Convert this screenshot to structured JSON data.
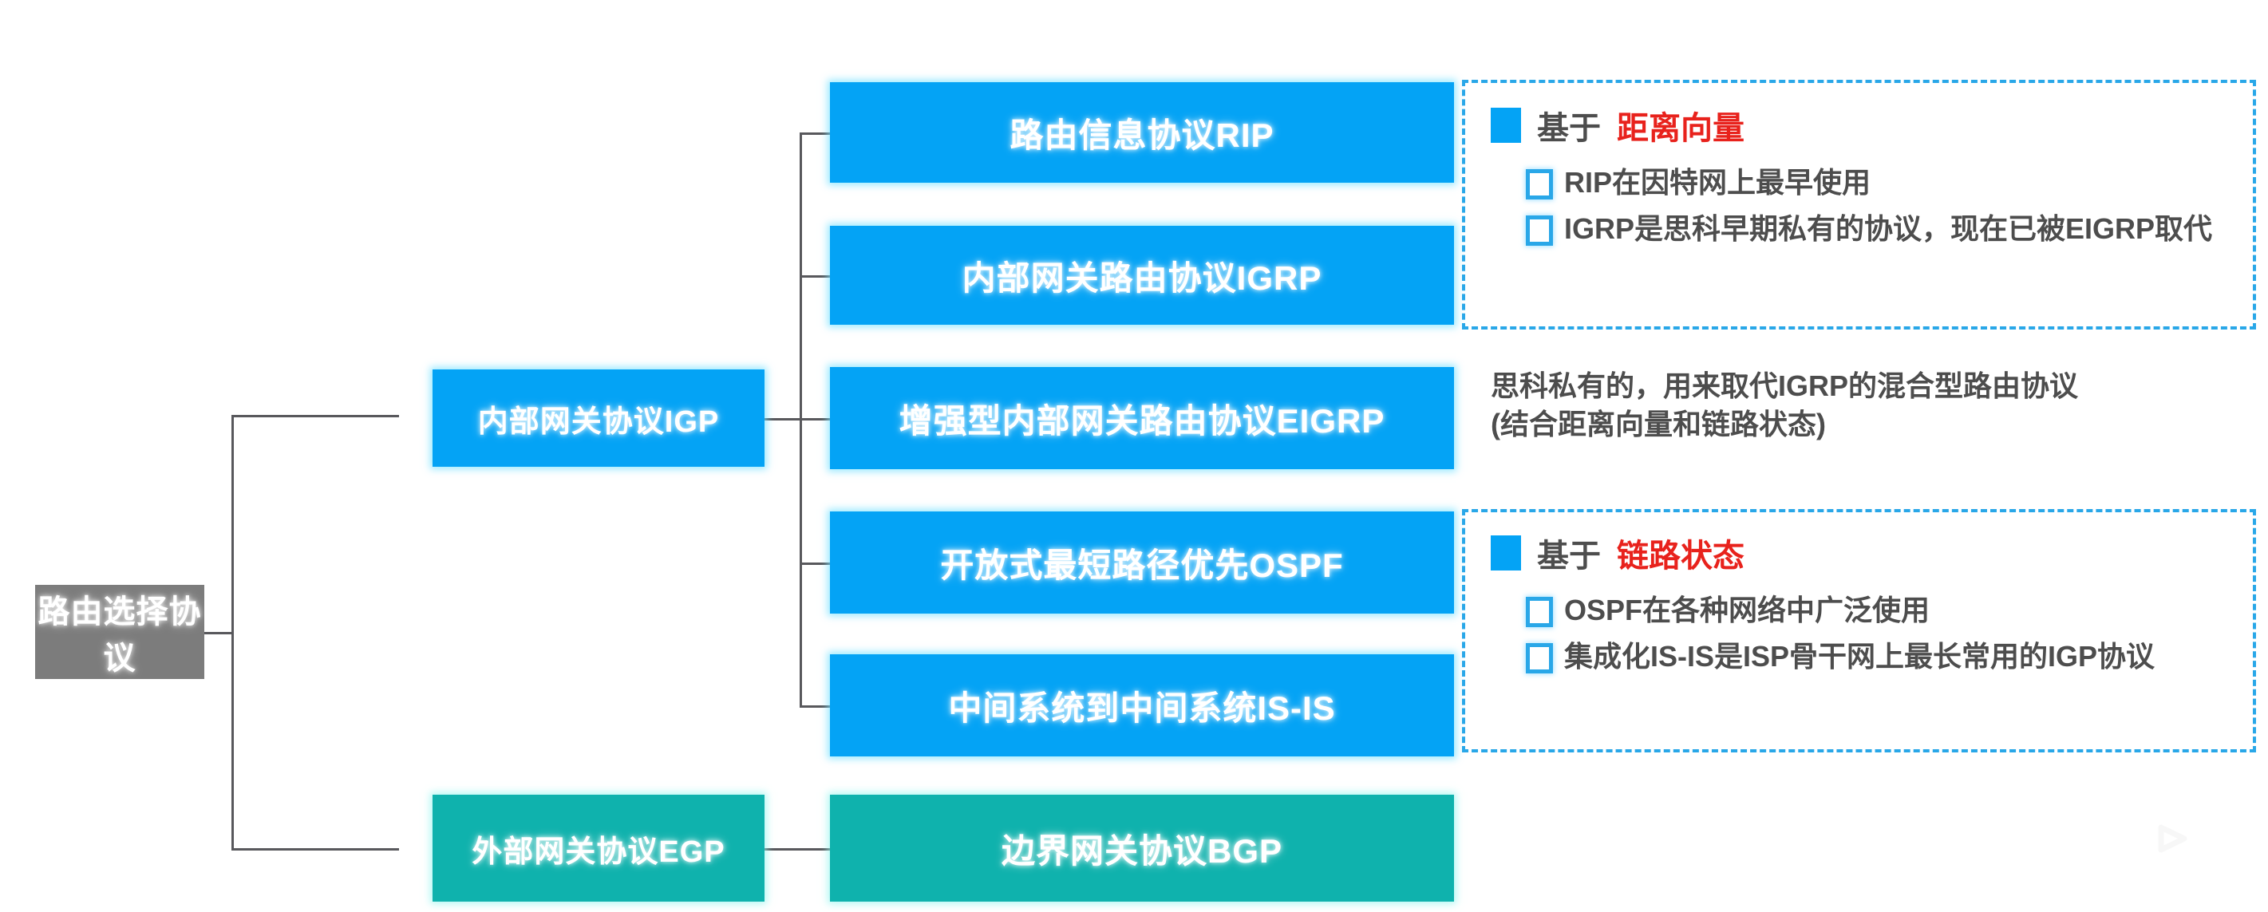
{
  "diagram": {
    "title": "路由选择协议",
    "colors": {
      "root": "#7c7c7c",
      "blue": "#04a3f5",
      "teal": "#0fb2ad",
      "dashed_border": "#29a7e8",
      "highlight_red": "#e8221c",
      "text_gray": "#4d4d4d",
      "connector": "#58585c"
    },
    "root_node": {
      "label": "路由选择协议"
    },
    "level2": [
      {
        "id": "igp",
        "label": "内部网关协议IGP"
      },
      {
        "id": "egp",
        "label": "外部网关协议EGP"
      }
    ],
    "level3": [
      {
        "id": "rip",
        "label": "路由信息协议RIP"
      },
      {
        "id": "igrp",
        "label": "内部网关路由协议IGRP"
      },
      {
        "id": "eigrp",
        "label": "增强型内部网关路由协议EIGRP"
      },
      {
        "id": "ospf",
        "label": "开放式最短路径优先OSPF"
      },
      {
        "id": "isis",
        "label": "中间系统到中间系统IS-IS"
      },
      {
        "id": "bgp",
        "label": "边界网关协议BGP"
      }
    ],
    "annotations": {
      "distance_vector": {
        "head_prefix": "基于",
        "head_highlight": "距离向量",
        "items": [
          "RIP在因特网上最早使用",
          "IGRP是思科早期私有的协议，现在已被EIGRP取代"
        ]
      },
      "eigrp_note": "思科私有的，用来取代IGRP的混合型路由协议\n(结合距离向量和链路状态)",
      "link_state": {
        "head_prefix": "基于",
        "head_highlight": "链路状态",
        "items": [
          "OSPF在各种网络中广泛使用",
          "集成化IS-IS是ISP骨干网上最长常用的IGP协议"
        ]
      }
    },
    "watermark": {
      "icon": "tv-play-icon"
    }
  }
}
